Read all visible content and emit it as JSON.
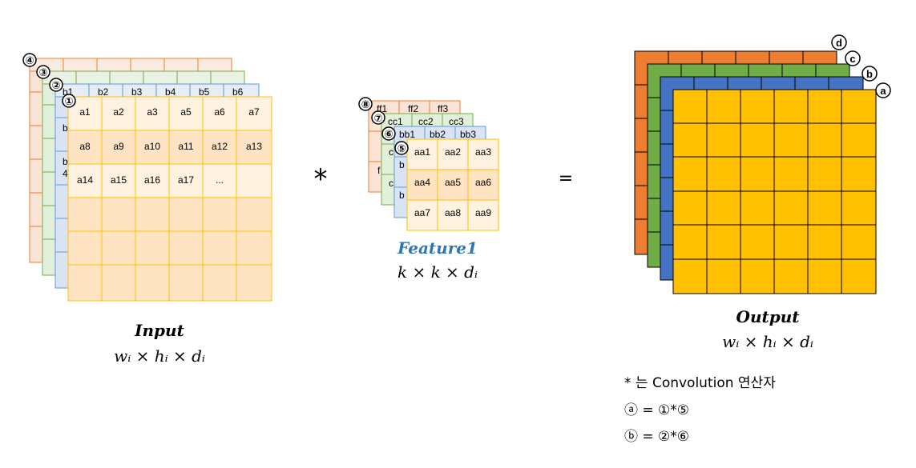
{
  "input": {
    "title": "Input",
    "formula": "wᵢ × hᵢ × dᵢ",
    "badges": [
      "④",
      "③",
      "②",
      "①"
    ],
    "layer4_cells": [
      "b1",
      "b2",
      "b3",
      "b4",
      "b5",
      "b6",
      "b",
      "b",
      "4"
    ],
    "layer1_cells": [
      "a1",
      "a2",
      "a3",
      "a5",
      "a6",
      "a7",
      "a8",
      "a9",
      "a10",
      "a11",
      "a12",
      "a13",
      "a14",
      "a15",
      "a16",
      "a17",
      "..."
    ]
  },
  "operator": "*",
  "feature": {
    "title": "Feature1",
    "formula": "k × k × dᵢ",
    "badges": [
      "⑧",
      "⑦",
      "⑥",
      "⑤"
    ],
    "ff_cells": [
      "ff1",
      "ff2",
      "ff3",
      "f"
    ],
    "cc_cells": [
      "cc1",
      "cc2",
      "cc3",
      "c",
      "c"
    ],
    "bb_cells": [
      "bb1",
      "bb2",
      "bb3",
      "b",
      "b"
    ],
    "aa_cells": [
      "aa1",
      "aa2",
      "aa3",
      "aa4",
      "aa5",
      "aa6",
      "aa7",
      "aa8",
      "aa9"
    ]
  },
  "equals": "=",
  "output": {
    "title": "Output",
    "formula": "wᵢ × hᵢ × dᵢ",
    "badges": [
      "d",
      "c",
      "b",
      "a"
    ]
  },
  "notes": [
    "* 는 Convolution 연산자",
    "ⓐ = ①*⑤",
    "ⓑ = ②*⑥"
  ],
  "colors": {
    "orange": "#ED7D31",
    "green": "#70AD47",
    "blue": "#4472C4",
    "yellow": "#FFC000",
    "feature_title": "#2E75B6"
  }
}
